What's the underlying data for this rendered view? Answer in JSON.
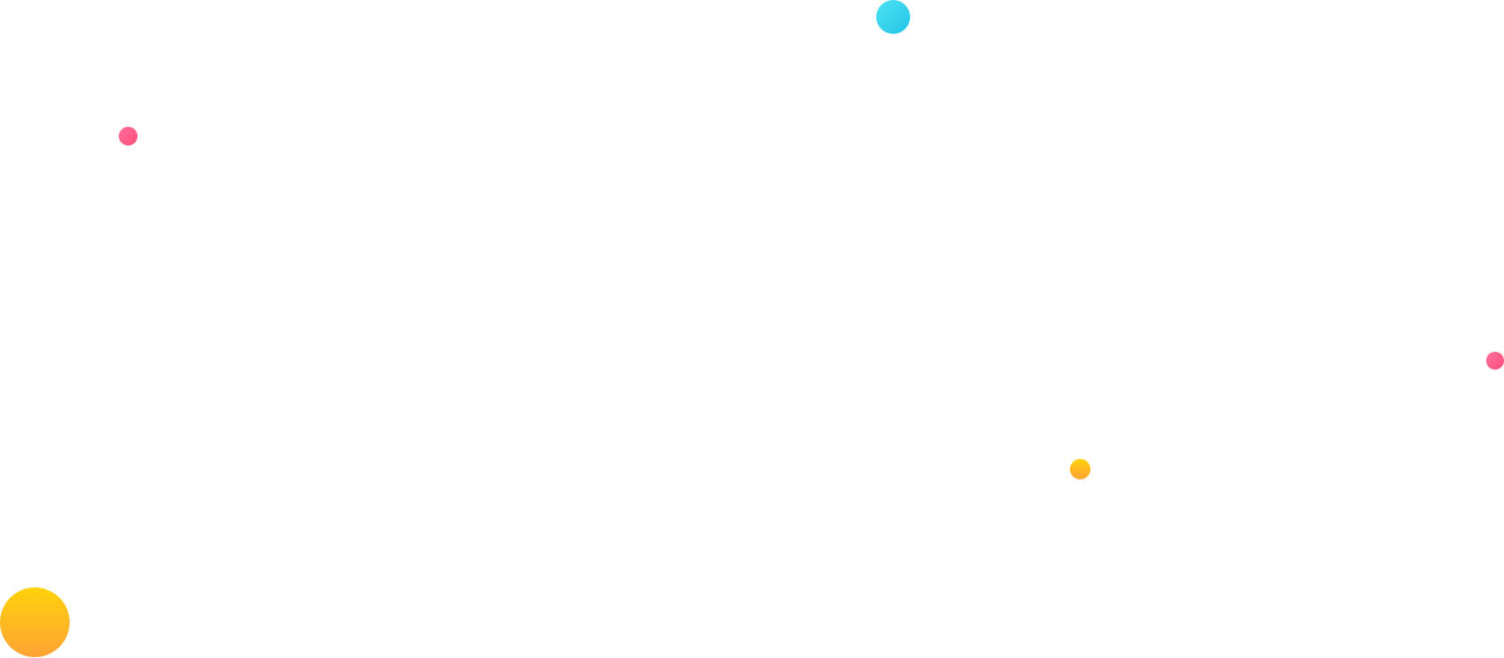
{
  "decorations": {
    "colors": {
      "cyan_start": "#4fe3f5",
      "cyan_end": "#21c4e6",
      "pink_start": "#ff6f9a",
      "pink_end": "#ff4f7e",
      "orange_start": "#ffd20a",
      "orange_end": "#ffa335"
    },
    "dots": [
      {
        "name": "cyan-circle-top",
        "color": "cyan"
      },
      {
        "name": "pink-circle-left",
        "color": "pink"
      },
      {
        "name": "pink-circle-right",
        "color": "pink"
      },
      {
        "name": "orange-circle-small",
        "color": "orange"
      },
      {
        "name": "orange-circle-large",
        "color": "orange"
      }
    ]
  }
}
